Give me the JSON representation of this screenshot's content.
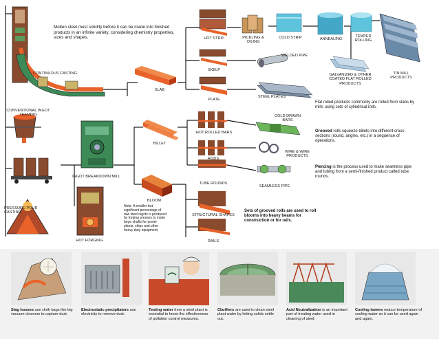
{
  "intro": "Molten steel must solidify before it can be made into finished products in an infinite variety, considering chemistry properties, sizes and shapes.",
  "labels": {
    "continuous_casting": "Continuous Casting",
    "conventional_ingot_teeming": "Conventional Ingot Teeming",
    "ingot_breakdown_mill": "Ingot Breakdown Mill",
    "pressure_pour_casting": "Pressure Pour Casting",
    "hot_forging": "Hot Forging",
    "slab": "Slab",
    "billet": "Billet",
    "bloom": "Bloom",
    "hot_strip": "Hot Strip",
    "skelp": "Skelp",
    "plate": "Plate",
    "pickling_oiling": "Pickling & Oiling",
    "cold_strip": "Cold Strip",
    "annealing": "Annealing",
    "temper_rolling": "Temper Rolling",
    "galvanized": "Galvanized & Other Coated Flat Rolled Products",
    "tin_mill_products": "Tin Mill Products",
    "welded_pipe": "Welded Pipe",
    "steel_plates": "Steel Plates",
    "hot_rolled_bars": "Hot Rolled Bars",
    "cold_drawn_bars": "Cold Drawn Bars",
    "rods": "Rods",
    "wire_products": "Wire & Wire Products",
    "tube_rounds": "Tube Rounds",
    "seamless_pipe": "Seamless Pipe",
    "structural_shapes": "Structural Shapes",
    "rails": "Rails"
  },
  "notes": {
    "flat_rolled": "Flat rolled products commonly are rolled from slabs by mills using sets of cylindrical rolls.",
    "grooved_bold": "Grooved",
    "grooved_rest": " rolls squeeze billets into different cross-sections (round, angles, etc.) in a sequence of operations.",
    "piercing_bold": "Piercing",
    "piercing_rest": " is the process used to make seamless pipe and tubing from a semi-finished product called tube rounds.",
    "sets_of_rolls": "Sets of grooved rolls are used to roll blooms into heavy beams for construction or for rails.",
    "iron_note": "Note: A smaller but significant percentage of raw steel ingots is produced by forging presses to make large shafts for power plants, ships and other heavy duty equipment."
  },
  "bottom": [
    {
      "bold": "Slag houses",
      "rest": " use cloth bags like big vacuum cleaners to capture dust."
    },
    {
      "bold": "Electrostatic precipitators",
      "rest": " use electricity to remove dust."
    },
    {
      "bold": "Testing water",
      "rest": " from a steel plant is essential to know the effectiveness of pollution control measures."
    },
    {
      "bold": "Clarifiers",
      "rest": " are used to clean steel plant water by letting solids settle out."
    },
    {
      "bold": "Acid Neutralization",
      "rest": " is an important part of treating water used in cleaning of steel."
    },
    {
      "bold": "Cooling towers",
      "rest": " reduce temperature of cooling water so it can be used again and again."
    }
  ],
  "colors": {
    "steel_hot": "#e8622a",
    "mill_green": "#3d8a57",
    "ladle": "#8a4a2e",
    "cold_blue": "#5ec3dd",
    "line": "#1a1a1a"
  }
}
